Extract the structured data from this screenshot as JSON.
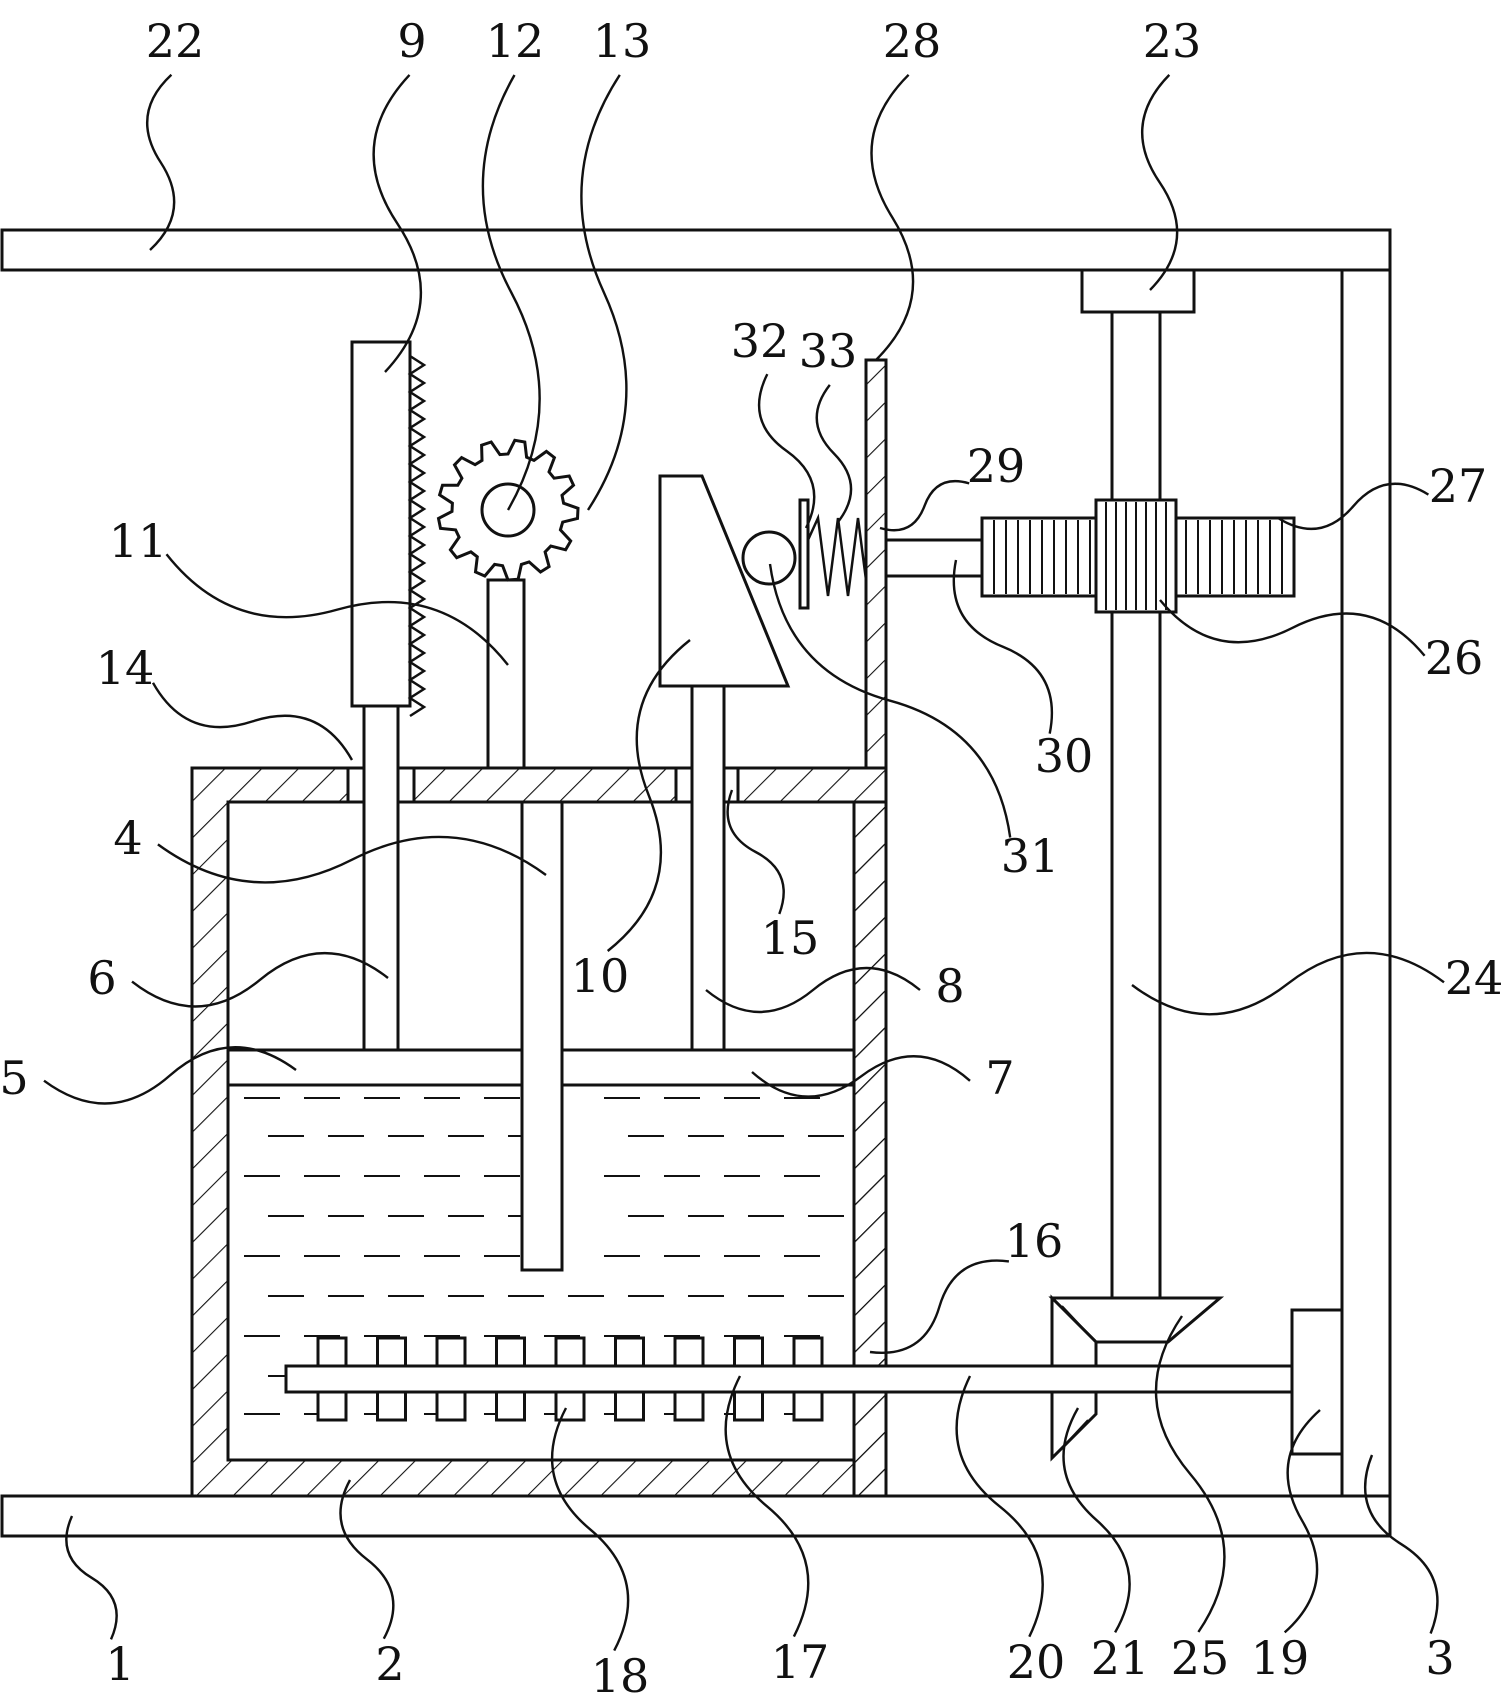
{
  "figure": {
    "line_color": "#111111",
    "background": "#ffffff",
    "callouts": [
      "1",
      "2",
      "3",
      "4",
      "5",
      "6",
      "7",
      "8",
      "9",
      "10",
      "11",
      "12",
      "13",
      "14",
      "15",
      "16",
      "17",
      "18",
      "19",
      "20",
      "21",
      "22",
      "23",
      "24",
      "25",
      "26",
      "27",
      "28",
      "29",
      "30",
      "31",
      "32",
      "33"
    ]
  }
}
